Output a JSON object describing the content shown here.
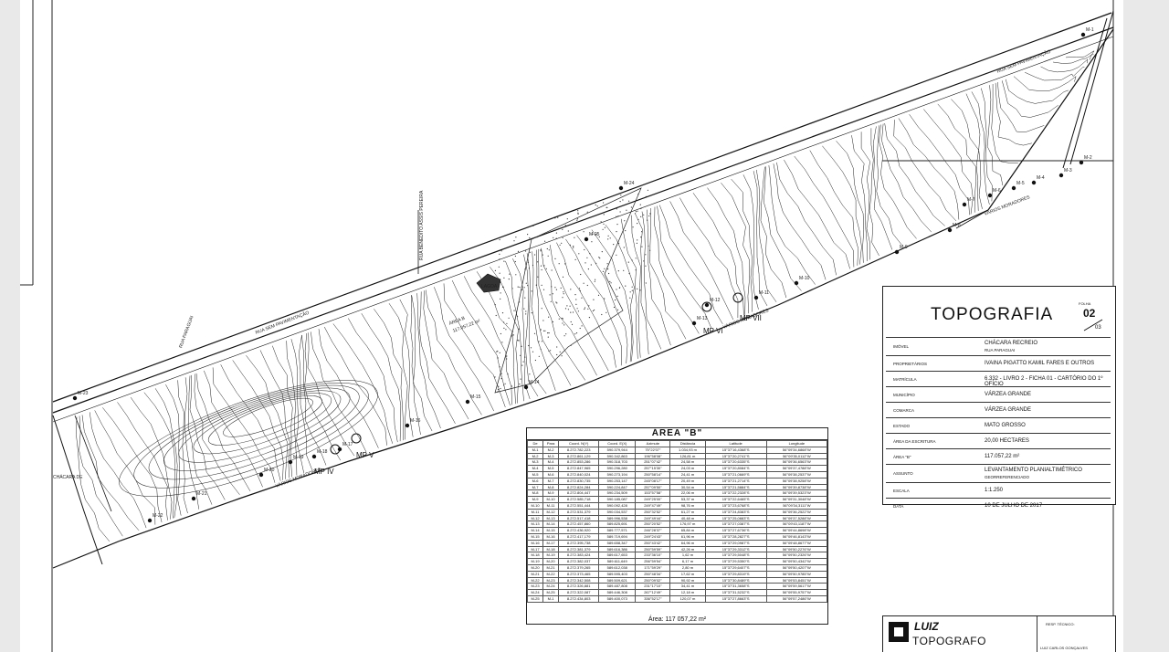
{
  "map_labels": {
    "street_top": "RUA SEM PAVIMENTAÇÃO",
    "street_mid": "RUA SEM PAVIMENTAÇÃO",
    "street_left": "RUA PARAGUAI",
    "street_vertical": "RUA BENEDITO ASSIS PEREIRA",
    "neighbors_bottom": "VÁRIOS MORADORES",
    "neighbors_mid": "VÁRIOS MORADORES",
    "neighbors_right": "VÁRIOS MORADORES",
    "area_label": "ÁREA B",
    "area_sub": "117.057,22 m²",
    "lagoa": "LAGOA",
    "mp_iv": "MP IV",
    "mp_v": "MP V",
    "mp_vi": "MP VI",
    "mp_vii": "MP VII",
    "markers": [
      "M-1",
      "M-2",
      "M-3",
      "M-4",
      "M-5",
      "M-6",
      "M-7",
      "M-8",
      "M-9",
      "M-10",
      "M-11",
      "M-12",
      "M-13",
      "M-14",
      "M-15",
      "M-16",
      "M-17",
      "M-18",
      "M-19",
      "M-20",
      "M-21",
      "M-22",
      "M-23",
      "M-24",
      "M-25"
    ],
    "left_edge": "CHÁCARA DE"
  },
  "area_table": {
    "title": "ÁREA \"B\"",
    "headers": [
      "De",
      "Para",
      "Coord. N(Y)",
      "Coord. E(X)",
      "Azimute",
      "Distância",
      "Latitude",
      "Longitude"
    ],
    "rows": [
      [
        "M-1",
        "M-2",
        "8.272.782,223",
        "590.379,944",
        "75°22'07\"",
        "1.034,93 m",
        "15°37'16,4368\"S",
        "56°09'34,6868\"W"
      ],
      [
        "M-2",
        "M-3",
        "8.272.861,129",
        "590.342,863",
        "196°58'08\"",
        "126,81 m",
        "15°37'20,2741\"S",
        "56°09'35,0112\"W"
      ],
      [
        "M-3",
        "M-4",
        "8.272.853,286",
        "590.318,703",
        "251°07'42\"",
        "24,58 m",
        "15°37'20,6335\"S",
        "56°09'36,6563\"W"
      ],
      [
        "M-4",
        "M-5",
        "8.272.847,965",
        "590.296,280",
        "257°15'30\"",
        "24,03 m",
        "15°37'20,8084\"S",
        "56°09'37,4788\"W"
      ],
      [
        "M-5",
        "M-6",
        "8.272.840,024",
        "590.273,194",
        "250°58'14\"",
        "24,41 m",
        "15°37'21,0669\"S",
        "56°09'38,2537\"W"
      ],
      [
        "M-6",
        "M-7",
        "8.272.830,735",
        "590.253,147",
        "245°08'17\"",
        "20,49 m",
        "15°37'21,2714\"S",
        "56°09'38,9258\"W"
      ],
      [
        "M-7",
        "M-8",
        "8.272.824,284",
        "590.224,847",
        "257°09'50\"",
        "30,54 m",
        "15°37'21,5884\"S",
        "56°09'39,8738\"W"
      ],
      [
        "M-8",
        "M-9",
        "8.272.804,447",
        "590.234,509",
        "153°57'58\"",
        "22,06 m",
        "15°37'22,2328\"S",
        "56°09'39,5323\"W"
      ],
      [
        "M-9",
        "M-10",
        "8.272.585,718",
        "590.185,087",
        "249°25'00\"",
        "53,37 m",
        "15°37'22,6465\"S",
        "56°09'31,3048\"W"
      ],
      [
        "M-10",
        "M-11",
        "8.272.551,444",
        "590.092,428",
        "249°47'49\"",
        "98,76 m",
        "15°37'23,6768\"S",
        "56°09'34,3111\"W"
      ],
      [
        "M-11",
        "M-12",
        "8.272.531,379",
        "590.034,537",
        "250°32'52\"",
        "61,27 m",
        "15°37'24,8383\"S",
        "56°09'36,2522\"W"
      ],
      [
        "M-12",
        "M-13",
        "8.272.517,418",
        "589.996,538",
        "249°49'44\"",
        "40,48 m",
        "15°37'25,0883\"S",
        "56°09'37,5288\"W"
      ],
      [
        "M-13",
        "M-14",
        "8.272.457,860",
        "589.825,691",
        "250°20'52\"",
        "176,97 m",
        "15°37'27,0387\"S",
        "56°09'43,1187\"W"
      ],
      [
        "M-14",
        "M-15",
        "8.272.436,920",
        "589.777,571",
        "246°28'37\"",
        "65,84 m",
        "15°37'27,6736\"S",
        "56°09'44,8698\"W"
      ],
      [
        "M-15",
        "M-16",
        "8.272.417,179",
        "589.719,694",
        "249°24'43\"",
        "61,96 m",
        "15°37'28,2827\"S",
        "56°09'46,8143\"W"
      ],
      [
        "M-16",
        "M-17",
        "8.272.395,738",
        "589.658,347",
        "250°43'42\"",
        "64,96 m",
        "15°37'29,0987\"S",
        "56°09'48,8677\"W"
      ],
      [
        "M-17",
        "M-18",
        "8.272.381,379",
        "589.616,386",
        "250°59'59\"",
        "42,26 m",
        "15°37'29,3312\"S",
        "56°09'50,2276\"W"
      ],
      [
        "M-18",
        "M-19",
        "8.272.383,424",
        "589.617,653",
        "233°36'10\"",
        "1,62 m",
        "15°37'29,5048\"S",
        "56°09'50,2326\"W"
      ],
      [
        "M-19",
        "M-20",
        "8.272.382,037",
        "589.611,649",
        "256°59'54\"",
        "6,17 m",
        "15°37'29,5350\"S",
        "56°09'50,4342\"W"
      ],
      [
        "M-20",
        "M-21",
        "8.272.379,265",
        "589.612,038",
        "171°59'29\"",
        "2,80 m",
        "15°37'29,6407\"S",
        "56°09'50,4207\"W"
      ],
      [
        "M-21",
        "M-22",
        "8.272.373,465",
        "589.595,403",
        "250°48'34\"",
        "17,62 m",
        "15°37'29,8319\"S",
        "56°09'50,9785\"W"
      ],
      [
        "M-22",
        "M-23",
        "8.272.342,508",
        "589.509,621",
        "250°09'02\"",
        "90,92 m",
        "15°37'30,8489\"S",
        "56°09'53,8451\"W"
      ],
      [
        "M-23",
        "M-24",
        "8.272.326,881",
        "589.487,808",
        "231°17'10\"",
        "34,41 m",
        "15°37'31,3658\"S",
        "56°09'59,5617\"W"
      ],
      [
        "M-24",
        "M-25",
        "8.272.322,087",
        "589.446,308",
        "267°12'49\"",
        "12,18 m",
        "15°37'31,5232\"S",
        "56°09'55,9757\"W"
      ],
      [
        "M-25",
        "M-1",
        "8.272.434,803",
        "589.400,073",
        "336°52'17\"",
        "120,07 m",
        "15°37'27,8663\"S",
        "56°09'57,2486\"W"
      ]
    ],
    "total_label": "Área: 117 057,22 m²"
  },
  "title_block": {
    "title": "TOPOGRAFIA",
    "sheet_label": "FOLHA",
    "sheet_num": "02",
    "sheet_total": "03",
    "fields": [
      {
        "key": "IMÓVEL",
        "value": "CHÁCARA RECREIO",
        "sub": "RUA PARAGUAI"
      },
      {
        "key": "PROPRIETÁRIOS",
        "value": "IVAINA PIGATTO KAMIL FARES E OUTROS"
      },
      {
        "key": "MATRÍCULA",
        "value": "6.332 - LIVRO 2 - FICHA 01 - CARTÓRIO DO 1º OFÍCIO"
      },
      {
        "key": "MUNICÍPIO",
        "value": "VÁRZEA GRANDE"
      },
      {
        "key": "COMARCA",
        "value": "VÁRZEA GRANDE"
      },
      {
        "key": "ESTADO",
        "value": "MATO GROSSO"
      },
      {
        "key": "ÁREA DA ESCRITURA",
        "value": "20,00 HECTARES"
      },
      {
        "key": "ÁREA \"B\"",
        "value": "117.057,22 m²"
      },
      {
        "key": "ASSUNTO",
        "value": "LEVANTAMENTO PLANIALTIMÉTRICO",
        "sub": "GEORREFERENCIADO"
      },
      {
        "key": "ESCALA",
        "value": "1:1.250"
      },
      {
        "key": "DATA",
        "value": "10 DE JULHO DE 2017"
      }
    ]
  },
  "logo_block": {
    "brand_top": "LUIZ",
    "brand": "TOPOGRAFO",
    "resp_label": "RESP. TÉCNICO:",
    "name": "LUIZ CARLOS GONÇALVES"
  },
  "colors": {
    "paper": "#ffffff",
    "line": "#111111",
    "background": "#e9e9e9"
  }
}
